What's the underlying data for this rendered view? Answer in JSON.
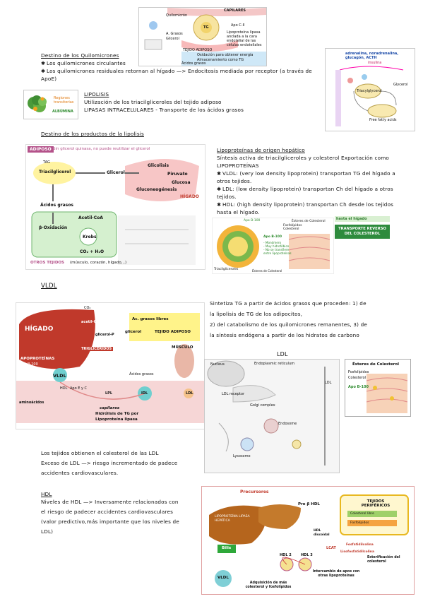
{
  "quilomicrones": {
    "title": "Destino de los Quilomicrones",
    "items": [
      "Los quilomicrones circulantes",
      "Los quilomicrones residuales retornan al hígado —> Endocitosis mediada por receptor (a través de ApoE)"
    ]
  },
  "fig_top": {
    "capilares": "CAPILARES",
    "quilomicron": "Quilomicrón",
    "tg": "TG",
    "apo_cii": "Apo C-II",
    "lpl": "Lipoproteína lipasa anclada a la cara endotelial de las células endoteliales",
    "acidos": "A. Grasos",
    "glicerol": "Glicerol",
    "tejido": "TEJIDO ADIPOSO",
    "oxidacion": "Oxidación para obtener energía",
    "almacen": "Almacenamiento como TG",
    "acidos_grasos": "Ácidos grasos"
  },
  "fig_tr": {
    "hormones": "adrenalina, noradrenalina, glucagón, ACTH",
    "insulin": "insulina",
    "glycerol": "Glycerol",
    "tg": "Triacylglycerol",
    "fa": "Free fatty acids"
  },
  "lipolisis": {
    "title": "LIPOLISIS",
    "line1": "Utilización de los triacilgliceroles del tejido adiposo",
    "line2": "LIPASAS INTRACELULARES - Transporte de los ácidos grasos",
    "label1": "Regiones transitorias",
    "label2": "ALBÚMINA"
  },
  "productos": {
    "title": "Destino de los productos de la lipolisis"
  },
  "fig_lipolisis": {
    "adiposo": "ADIPOSO",
    "note": "Sin glicerol quinasa, no puede reutilizar el glicerol",
    "tag": "TAG",
    "triacil": "Triacilglicerol",
    "glicerol": "Glicerol",
    "glicolisis": "Glicolisis",
    "piruvato": "Piruvato",
    "glucosa": "Glucosa",
    "gluconeo": "Gluconeogénesis",
    "higado": "HÍGADO",
    "acidos": "Ácidos grasos",
    "acetil": "Acetil-CoA",
    "beta": "β-Oxidación",
    "krebs": "Krebs",
    "co2": "CO₂ + H₂O",
    "otros": "OTROS TEJIDOS",
    "otros_detail": "(músculo, corazón, hígado,..)"
  },
  "lipoproteinas": {
    "title": "Lipoproteínas de origen hepático",
    "intro": "Síntesis activa de triacilgliceroles y colesterol Exportación como LIPOPROTEÍNAS",
    "items": [
      "VLDL: (very low density lipoprotein) transportan TG del hígado a otros tejidos.",
      "LDL: (low density lipoprotein) transportan Ch del hígado a otros tejidos.",
      "HDL: (high density lipoprotein) transportan Ch desde los tejidos hasta el hígado."
    ]
  },
  "fig_lipo": {
    "hdl_label": "Apo B-100",
    "ester": "Ésteres de Colesterol",
    "fosfo": "Fosfolípidos",
    "col": "Colesterol",
    "apo": "Apo B-100",
    "notes": [
      "- Monómero",
      "- Muy hidrofóbico",
      "- No se transfiere entre lipoproteínas"
    ],
    "tri": "Triacilgliceroles",
    "ester2": "Ésteres de Colesterol",
    "hasta": "hasta el hígado",
    "transporte": "TRANSPORTE REVERSO DEL COLESTEROL"
  },
  "vldl": {
    "title": "VLDL",
    "text": [
      "Sintetiza TG a partir de ácidos grasos que proceden: 1) de",
      "la lipolisis de TG de los adipocitos,",
      "2) del catabolismo de los quilomicrones remanentes, 3) de",
      "la síntesis endógena a partir de los hidratos de carbono"
    ]
  },
  "fig_vldl": {
    "higado": "HÍGADO",
    "apoproteinas": "APOPROTEÍNAS",
    "b100": "B-100",
    "vldl": "VLDL",
    "hdl": "HDL",
    "apo": "Apo E y C",
    "aminoacidos": "aminoácidos",
    "acetil": "acetil-CoA",
    "glicerol": "glicerol-P",
    "trig": "TRIGLICÉRIDOS",
    "acgrasos": "Ac. grasos libres",
    "glicerol2": "glicerol",
    "tejido": "TEJIDO ADIPOSO",
    "musculo": "MÚSCULO",
    "acidos": "Ácidos grasos",
    "lpl": "LPL",
    "idl": "IDL",
    "ldl": "LDL",
    "capilares": "capilares",
    "hidrolisis": "Hidrólisis de TG por",
    "lipo": "Lipoproteína lipasa",
    "co2": "CO₂"
  },
  "ldl": {
    "title": "LDL"
  },
  "fig_ldl": {
    "nucleus": "Nucleus",
    "er": "Endoplasmic reticulum",
    "golgi": "Golgi complex",
    "ldl": "LDL",
    "endosome": "Endosome",
    "lysosome": "Lysosome",
    "receptor": "LDL receptor"
  },
  "fig_ldl_particle": {
    "ester": "Ésteres de Colesterol",
    "fosfo": "Fosfolípidos",
    "col": "Colesterol",
    "apo": "Apo B-100"
  },
  "ldl_text": {
    "line1": "Los tejidos obtienen el colesterol de las LDL",
    "line2": "Exceso de LDL —> riesgo incrementado de padece",
    "line3": "accidentes cardiovasculares."
  },
  "hdl": {
    "title": "HDL",
    "lines": [
      "Niveles de HDL —> Inversamente relacionados con",
      "el riesgo de padecer accidentes cardiovasculares",
      "(valor predictivo,más importante que los niveles de",
      "LDL)"
    ]
  },
  "fig_hdl": {
    "precursores": "Precursores",
    "pre": "Pre β HDL",
    "tejidos": "TEJIDOS PERIFÉRICOS",
    "col_libre": "Colesterol libre",
    "fosfo": "Fosfolípidos",
    "lipasa": "LIPOPROTEÍNA LIPASA HEPÁTICA",
    "bilis": "Bilis",
    "hdl2": "HDL 2",
    "hdl3": "HDL 3",
    "lcat": "LCAT",
    "discoidal": "HDL discoidal",
    "vldl": "VLDL",
    "adq": "Adquisición de más colesterol y fosfolípidos",
    "inter": "Intercambio de apos con otras lipoproteínas",
    "ester": "Esterificación del colesterol",
    "fosfatidilcolina": "Fosfatidilcolina",
    "lisofos": "Lisofosfatidilcolina"
  }
}
